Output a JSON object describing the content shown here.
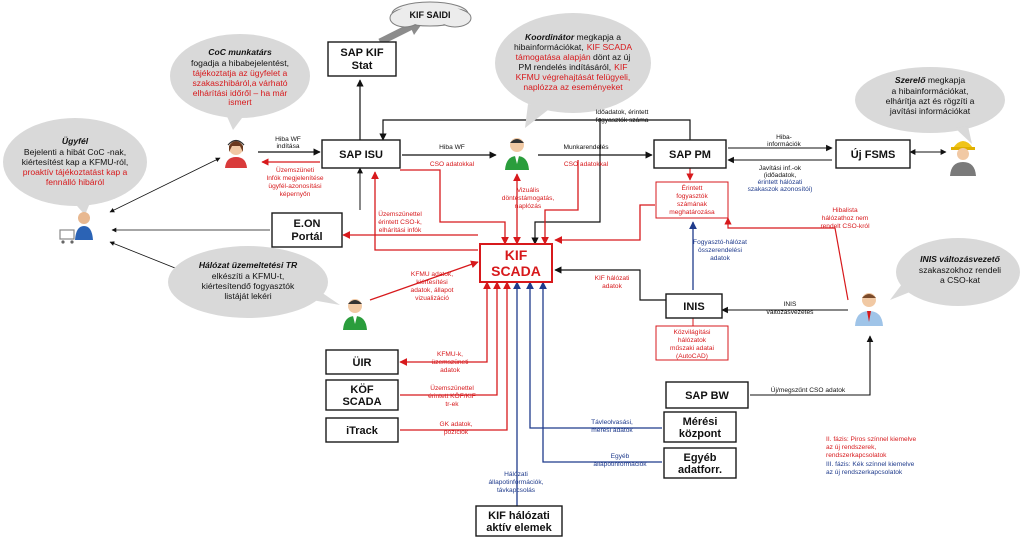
{
  "boxes": {
    "sap_kif_stat": [
      "SAP KIF",
      "Stat"
    ],
    "sap_isu": "SAP ISU",
    "eon_portal": [
      "E.ON",
      "Portál"
    ],
    "kif_scada": [
      "KIF",
      "SCADA"
    ],
    "sap_pm": "SAP PM",
    "uj_fsms": "Új FSMS",
    "inis": "INIS",
    "uir": "ÜIR",
    "kof_scada": [
      "KÖF",
      "SCADA"
    ],
    "itrack": "iTrack",
    "sap_bw": "SAP BW",
    "meresi_kozpont": [
      "Mérési",
      "központ"
    ],
    "egyeb_adatforr": [
      "Egyéb",
      "adatforr."
    ],
    "kif_halozati": [
      "KIF hálózati",
      "aktív elemek"
    ]
  },
  "cloud": "KIF SAIDI",
  "bubbles": {
    "ugyfel": {
      "title": "Ügyfél",
      "lines": [
        "Bejelenti a hibát CoC -nak,",
        "kiértesítést kap a KFMU-ról,"
      ],
      "red_lines": [
        "proaktív tájékoztatást kap a",
        "fennálló hibáról"
      ]
    },
    "coc": {
      "title": "CoC munkatárs",
      "lines": [
        "fogadja a hibabejelentést,"
      ],
      "red_lines": [
        "tájékoztatja az ügyfelet a",
        "szakaszhibáról,a várható",
        "elhárítási időről – ha már",
        "ismert"
      ]
    },
    "koordinator": {
      "title": "Koordinátor",
      "title_rest": " megkapja a",
      "lines": [
        "hibainformációkat,"
      ],
      "inline_red": "KIF SCADA",
      "red_lines": [
        "támogatása alapján",
        "PM rendelés indításáról,",
        "KFMU végrehajtását felügyeli,",
        "naplózza az eseményeket"
      ],
      "line3_rest": " dönt az új",
      "line4_red": "KIF"
    },
    "szerelo": {
      "title": "Szerelő",
      "title_rest": " megkapja",
      "lines": [
        "a hibainformációkat,",
        "elhárítja azt és rögzíti a",
        "javítási információkat"
      ]
    },
    "halozat": {
      "title": "Hálózat üzemeltetési TR",
      "lines": [
        "elkészíti a KFMU-t,",
        "kiértesítendő fogyasztók",
        "listáját lekéri"
      ]
    },
    "inis_valt": {
      "title": "INIS változásvezető",
      "lines": [
        "szakaszokhoz rendeli",
        "a CSO-kat"
      ]
    }
  },
  "labels": {
    "hiba_wf_inditasa": [
      "Hiba WF",
      "indítása"
    ],
    "uzemszunet_infok": [
      "Üzemszüneti",
      "Infók megjelenítése",
      "ügyfél-azonosítási",
      "képernyőn"
    ],
    "hiba_wf_cso": [
      "Hiba WF",
      "CSO adatokkal"
    ],
    "munkarendeles": [
      "Munkarendelés",
      "CSO adatokkal"
    ],
    "idoadatok": [
      "Időadatok, érintett",
      "fogyasztók száma"
    ],
    "hiba_informaciok": [
      "Hiba-",
      "információk"
    ],
    "javitasi_infok": [
      "Javítási inf.-ok",
      "(időadatok,",
      "érintett hálózati",
      "szakaszok azonosítói)"
    ],
    "vizualis": [
      "Vizuális",
      "döntéstámogatás,",
      "naplózás"
    ],
    "erintett_fogy": [
      "Érintett",
      "fogyasztók",
      "számának",
      "meghatározása"
    ],
    "uzemszunettel_portal": [
      "Üzemszünettel",
      "érintett CSO-k,",
      "elhárítási infók"
    ],
    "hibalista": [
      "Hibalista",
      "hálózathoz nem",
      "rendelt CSO-król"
    ],
    "fogyaszto_halozat": [
      "Fogyasztó-hálózat",
      "összerendelési",
      "adatok"
    ],
    "kfmu_adatok": [
      "KFMU adatok,",
      "kiértesítési",
      "adatok, állapot",
      "vizualizáció"
    ],
    "kif_halozati_adatok": [
      "KIF hálózati",
      "adatok"
    ],
    "inis_valt": [
      "INIS",
      "változásvezetés"
    ],
    "kozvilagitasi": [
      "Közvilágítási",
      "hálózatok",
      "műszaki adatai",
      "(AutoCAD)"
    ],
    "kfmu_k": [
      "KFMU-k,",
      "üzemszüneti",
      "adatok"
    ],
    "uzemszunettel_kof": [
      "Üzemszünettel",
      "érintett KÖF/KIF",
      "tr-ek"
    ],
    "uj_megszunt_cso": "Új/megszűnt CSO adatok",
    "gk_adatok": [
      "GK adatok,",
      "pozíciók"
    ],
    "tavleolvasasi": [
      "Távleolvasási,",
      "mérési adatok"
    ],
    "egyeb_allapot": [
      "Egyéb",
      "állapotinformációk"
    ],
    "halozati_allapot": [
      "Hálózati",
      "állapotinformációk,",
      "távkapcsolás"
    ]
  },
  "legend": {
    "red_lines": [
      "II. fázis: Piros színnel kiemelve",
      "az új rendszerek,",
      "rendszerkapcsolatok"
    ],
    "blue_lines": [
      "III. fázis: Kék színnel kiemelve",
      "az új rendszerkapcsolatok"
    ]
  },
  "colors": {
    "phase2": "#d7191c",
    "phase3": "#1f3b8c",
    "bubble": "#d9d9d9",
    "box_border": "#1a1a1a"
  }
}
